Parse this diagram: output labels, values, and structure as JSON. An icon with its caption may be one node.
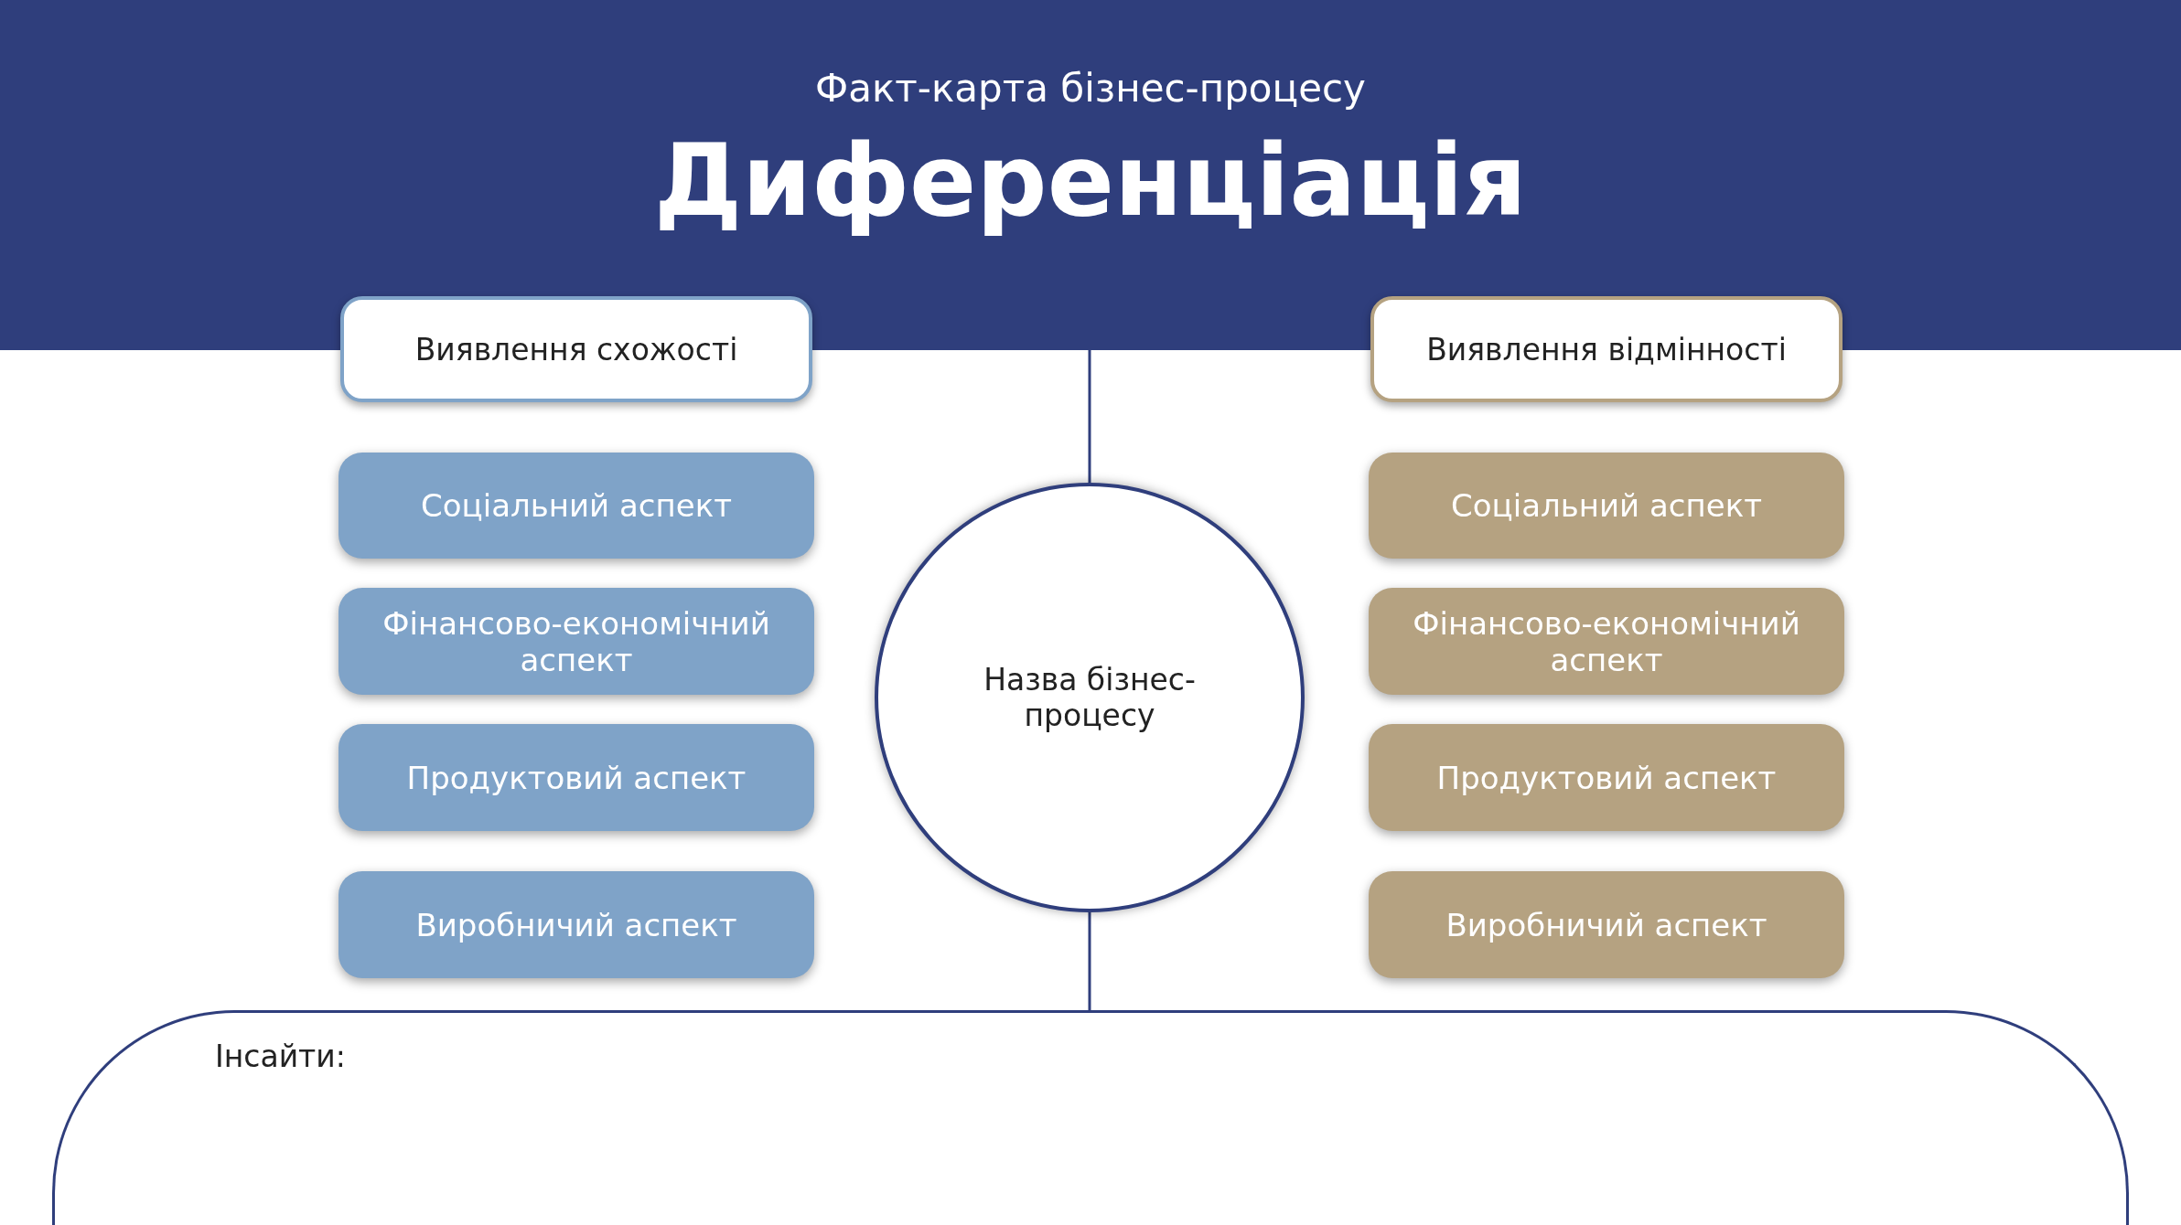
{
  "diagram": {
    "nodes": [
      {
        "text": [
          "Факт-карта бізнес-процесу",
          "Диференціація"
        ]
      },
      {
        "text": [
          "Виявлення схожості"
        ]
      },
      {
        "text": [
          "Соціальний аспект"
        ]
      },
      {
        "text": [
          "Фінансово-економічний аспект"
        ]
      },
      {
        "text": [
          "Продуктовий аспект"
        ]
      },
      {
        "text": [
          "Виробничий аспект"
        ]
      },
      {
        "text": [
          "Назва бізнес-процесу"
        ]
      },
      {
        "text": [
          "Виявлення відмінності"
        ]
      },
      {
        "text": [
          "Соціальний аспект"
        ]
      },
      {
        "text": [
          "Фінансово-економічний аспект"
        ]
      },
      {
        "text": [
          "Продуктовий аспект"
        ]
      },
      {
        "text": [
          "Виробничий аспект"
        ]
      },
      {
        "text": [
          "Інсайти:"
        ]
      }
    ],
    "edges": [
      {
        "from": 0,
        "to": 6,
        "arrow": "none"
      },
      {
        "from": 6,
        "to": 12,
        "arrow": "none"
      }
    ]
  }
}
